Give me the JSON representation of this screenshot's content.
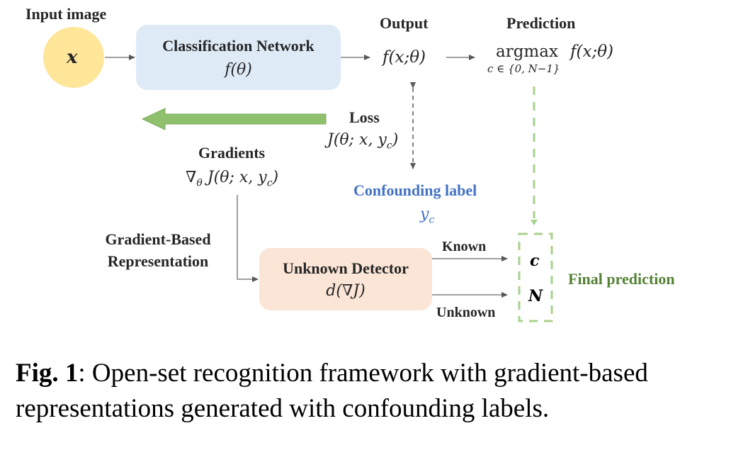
{
  "diagram": {
    "input": {
      "title": "Input image",
      "symbol": "x"
    },
    "classifier": {
      "title": "Classification Network",
      "formula": "f(θ)"
    },
    "output": {
      "title": "Output",
      "formula": "f(x;θ)"
    },
    "prediction": {
      "title": "Prediction",
      "op": "argmax",
      "subscript": "c ∈ {0, N−1}",
      "formula": "f(x;θ)"
    },
    "loss": {
      "title": "Loss",
      "formula": "J(θ; x, y",
      "formula_sub": "c",
      "formula_end": ")"
    },
    "gradients": {
      "title": "Gradients",
      "formula_prefix": "∇",
      "formula_prefix_sub": "θ",
      "formula": " J(θ; x, y",
      "formula_sub": "c",
      "formula_end": ")"
    },
    "confounding": {
      "title": "Confounding label",
      "symbol": "y",
      "symbol_sub": "c"
    },
    "representation": {
      "line1": "Gradient-Based",
      "line2": "Representation"
    },
    "detector": {
      "title": "Unknown Detector",
      "formula": "d(∇J)"
    },
    "branches": {
      "known": "Known",
      "unknown": "Unknown"
    },
    "final": {
      "title": "Final prediction",
      "known_symbol": "c",
      "unknown_symbol": "N"
    },
    "colors": {
      "input_fill": "#FFE699",
      "classifier_fill": "#DEEBF7",
      "detector_fill": "#FBE5D6",
      "green_arrow": "#8FC06E",
      "green_dash": "#A9D18E",
      "final_text": "#548235",
      "confounding_text": "#4472C4",
      "arrow_gray": "#595959"
    }
  },
  "caption": {
    "label": "Fig. 1",
    "text": ": Open-set recognition framework with gradient-based representations generated with confounding labels."
  }
}
